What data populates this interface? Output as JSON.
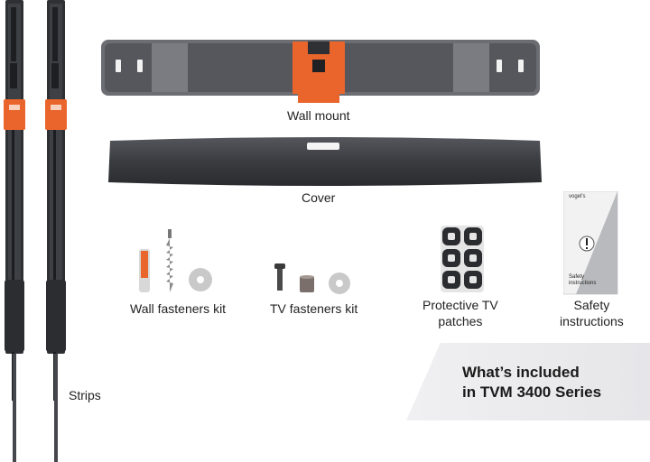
{
  "items": {
    "wall_mount": "Wall mount",
    "cover": "Cover",
    "wall_fasteners": "Wall fasteners kit",
    "tv_fasteners": "TV fasteners kit",
    "patches": [
      "Protective TV",
      "patches"
    ],
    "safety": [
      "Safety",
      "instructions"
    ],
    "strips": "Strips"
  },
  "booklet": {
    "brand": "vogel's",
    "title": "Safety instructions"
  },
  "headline": [
    "What’s included",
    "in TVM 3400 Series"
  ],
  "colors": {
    "accent": "#e9652b",
    "dark_metal": "#3b3d42",
    "mid_metal": "#5a5c61",
    "band": "#ebebee"
  }
}
